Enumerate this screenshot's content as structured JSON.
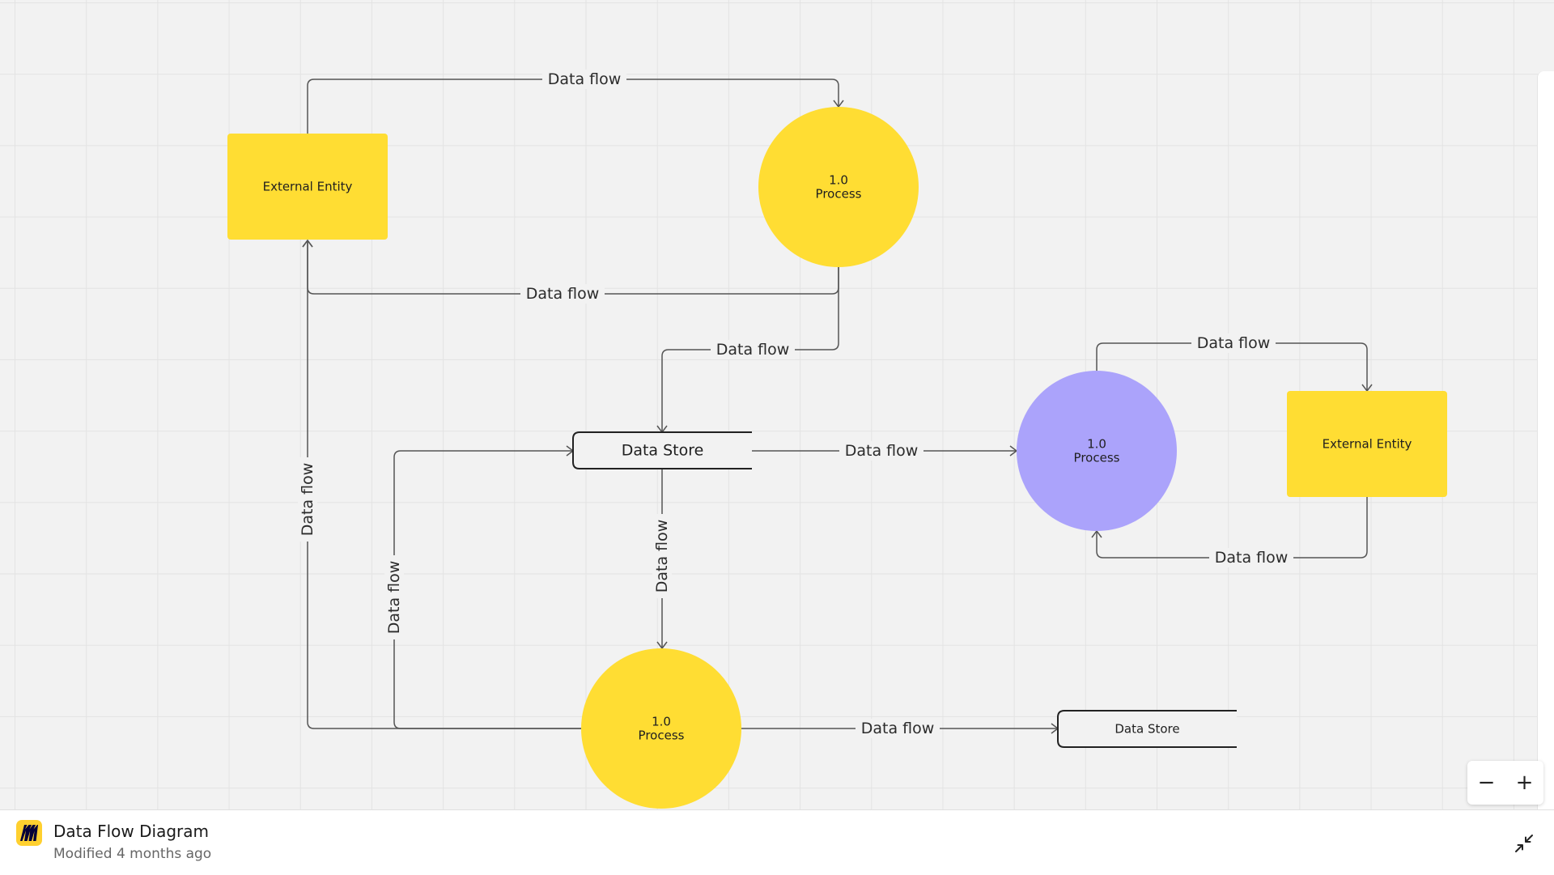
{
  "board": {
    "title": "Data Flow Diagram",
    "modified": "Modified 4 months ago"
  },
  "colors": {
    "canvas_bg": "#f2f2f2",
    "grid": "#e3e3e3",
    "entity_yellow": "#ffdd33",
    "process_yellow": "#ffdd33",
    "process_purple": "#aba3fb",
    "edge": "#555555",
    "brand": "#ffd02f"
  },
  "zoom": {
    "zoom_out_label": "−",
    "zoom_in_label": "+"
  },
  "diagram": {
    "nodes": [
      {
        "id": "entity_top_left",
        "kind": "entity",
        "lines": [
          "External Entity"
        ]
      },
      {
        "id": "process_top",
        "kind": "process",
        "color": "yellow",
        "lines": [
          "1.0",
          "Process"
        ]
      },
      {
        "id": "store_center",
        "kind": "store",
        "lines": [
          "Data Store"
        ]
      },
      {
        "id": "process_purple",
        "kind": "process",
        "color": "purple",
        "lines": [
          "1.0",
          "Process"
        ]
      },
      {
        "id": "entity_right",
        "kind": "entity",
        "lines": [
          "External Entity"
        ]
      },
      {
        "id": "process_bottom",
        "kind": "process",
        "color": "yellow",
        "lines": [
          "1.0",
          "Process"
        ]
      },
      {
        "id": "store_bottom_right",
        "kind": "store",
        "lines": [
          "Data Store"
        ]
      }
    ],
    "edges": [
      {
        "id": "e1",
        "from": "entity_top_left",
        "to": "process_top",
        "label": "Data flow"
      },
      {
        "id": "e2",
        "from": "process_top",
        "to": "entity_top_left",
        "label": "Data flow"
      },
      {
        "id": "e3",
        "from": "process_top",
        "to": "store_center",
        "label": "Data flow"
      },
      {
        "id": "e4",
        "from": "store_center",
        "to": "process_purple",
        "label": "Data flow"
      },
      {
        "id": "e5",
        "from": "process_purple",
        "to": "entity_right",
        "label": "Data flow"
      },
      {
        "id": "e6",
        "from": "entity_right",
        "to": "process_purple",
        "label": "Data flow"
      },
      {
        "id": "e7",
        "from": "store_center",
        "to": "process_bottom",
        "label": "Data flow"
      },
      {
        "id": "e8",
        "from": "process_bottom",
        "to": "entity_top_left",
        "label": "Data flow"
      },
      {
        "id": "e9",
        "from": "process_bottom",
        "to": "store_center",
        "label": "Data flow"
      },
      {
        "id": "e10",
        "from": "process_bottom",
        "to": "store_bottom_right",
        "label": "Data flow"
      }
    ]
  }
}
